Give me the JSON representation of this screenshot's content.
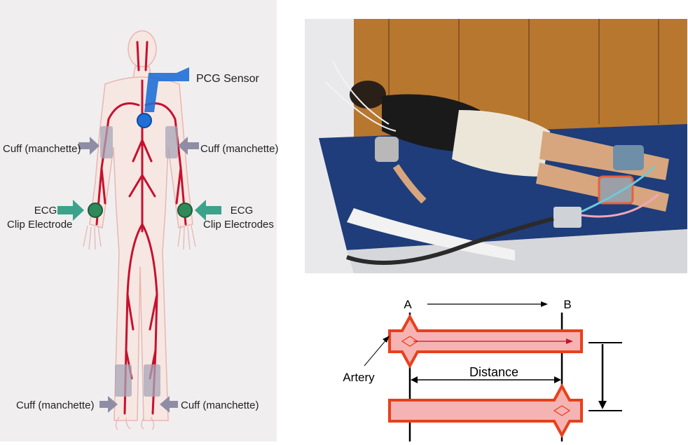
{
  "body_diagram": {
    "pcg_sensor": "PCG Sensor",
    "cuff_upper_left": "Cuff (manchette)",
    "cuff_upper_right": "Cuff (manchette)",
    "ecg_left_line1": "ECG",
    "ecg_left_line2": "Clip Electrode",
    "ecg_right_line1": "ECG",
    "ecg_right_line2": "Clip Electrodes",
    "cuff_lower_left": "Cuff (manchette)",
    "cuff_lower_right": "Cuff (manchette)"
  },
  "pulse_wave": {
    "point_a": "A",
    "point_b": "B",
    "artery": "Artery",
    "distance": "Distance"
  },
  "colors": {
    "artery_red": "#c8102e",
    "cuff_gray": "#a9a6b8",
    "pcg_blue": "#1f6fd6",
    "ecg_green": "#2e8a5a",
    "tube_fill": "#f6b3b3",
    "tube_border": "#e8401c"
  }
}
